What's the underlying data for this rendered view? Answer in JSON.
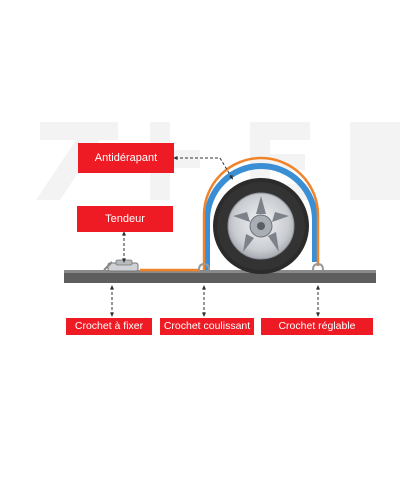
{
  "labels": {
    "antiderapant": "Antidérapant",
    "tendeur": "Tendeur",
    "crochet_a_fixer": "Crochet à fixer",
    "crochet_coulissant": "Crochet coulissant",
    "crochet_reglable": "Crochet réglable"
  },
  "colors": {
    "label_bg": "#ee1b24",
    "strap": "#f0822a",
    "antislip": "#3a8fd4",
    "rail": "#5e5e5e",
    "tire": "#2b2b2b",
    "rim": "#c9ccd1"
  }
}
